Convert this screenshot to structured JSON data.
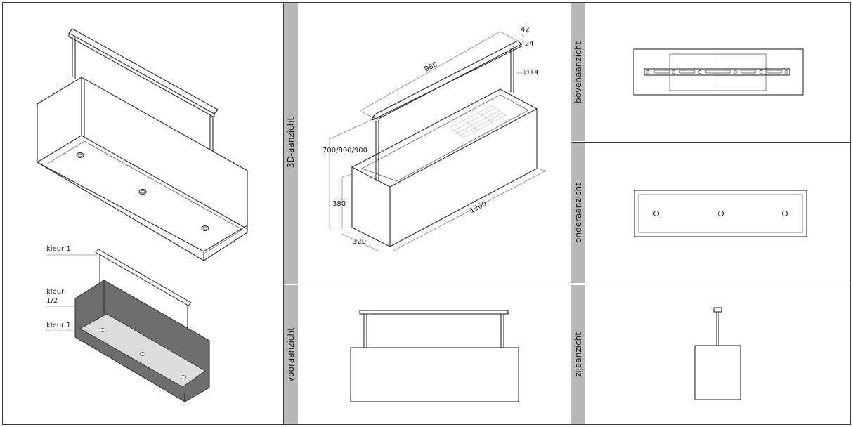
{
  "views": {
    "view_3d": "3D-aanzicht",
    "front": "vooraanzicht",
    "top": "bovenaanzicht",
    "bottom": "onderaanzicht",
    "side": "zijaanzicht"
  },
  "color_labels": {
    "top_rail": "kleur 1",
    "body_line1": "kleur",
    "body_line2": "1/2",
    "bottom": "kleur 1"
  },
  "dimensions": {
    "rail_length": "980",
    "rail_height": "42",
    "rail_width": "24",
    "rod_diameter": "∅14",
    "total_height": "700/800/900",
    "body_height": "380",
    "body_depth": "320",
    "body_length": "1200"
  },
  "colors": {
    "band": "#b8b8b8",
    "line": "#2a2a2a",
    "body_fill": "#6e6e6e",
    "inner_fill": "#dcdcdc"
  }
}
